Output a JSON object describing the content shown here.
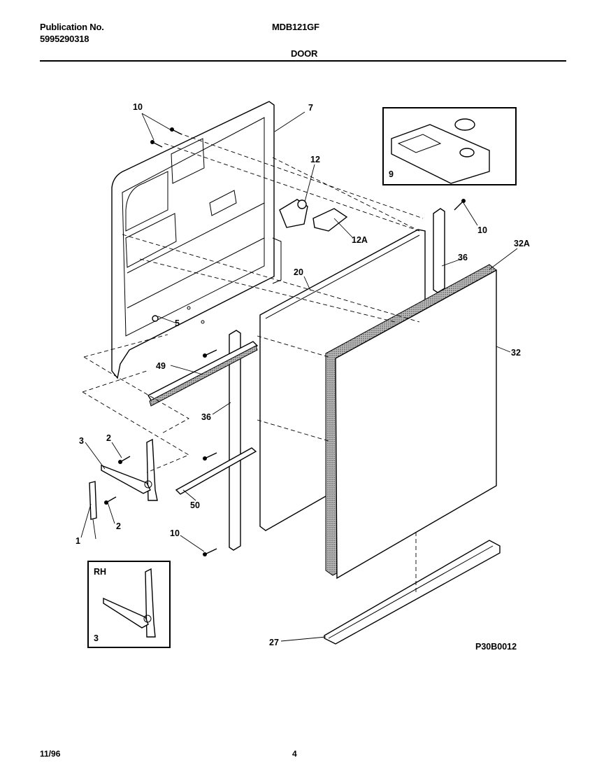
{
  "header": {
    "publication_label": "Publication No.",
    "publication_number": "5995290318",
    "model": "MDB121GF",
    "section": "DOOR"
  },
  "footer": {
    "date": "11/96",
    "page": "4"
  },
  "diagram": {
    "drawing_code": "P30B0012",
    "inset_rh_label": "RH",
    "callouts": {
      "c1": "1",
      "c2a": "2",
      "c2b": "2",
      "c3": "3",
      "c3_inset": "3",
      "c5": "5",
      "c7": "7",
      "c9": "9",
      "c10a": "10",
      "c10b": "10",
      "c10c": "10",
      "c12": "12",
      "c12a": "12A",
      "c20": "20",
      "c27": "27",
      "c32": "32",
      "c32a": "32A",
      "c36a": "36",
      "c36b": "36",
      "c49": "49",
      "c50": "50"
    }
  }
}
